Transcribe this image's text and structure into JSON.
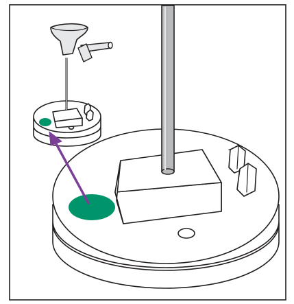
{
  "colors": {
    "background": "#ffffff",
    "border": "#231f20",
    "outline": "#231f20",
    "rod_fill": "#b9babb",
    "rod_highlight": "#e6e7e8",
    "marker_green": "#00946b",
    "arrow_purple": "#7b3f98",
    "knob_fill": "#e6e7e8"
  },
  "diagram": {
    "parts": [
      "inset-device",
      "main-base",
      "vertical-rod",
      "center-block",
      "green-marker",
      "zoom-arrow"
    ]
  }
}
